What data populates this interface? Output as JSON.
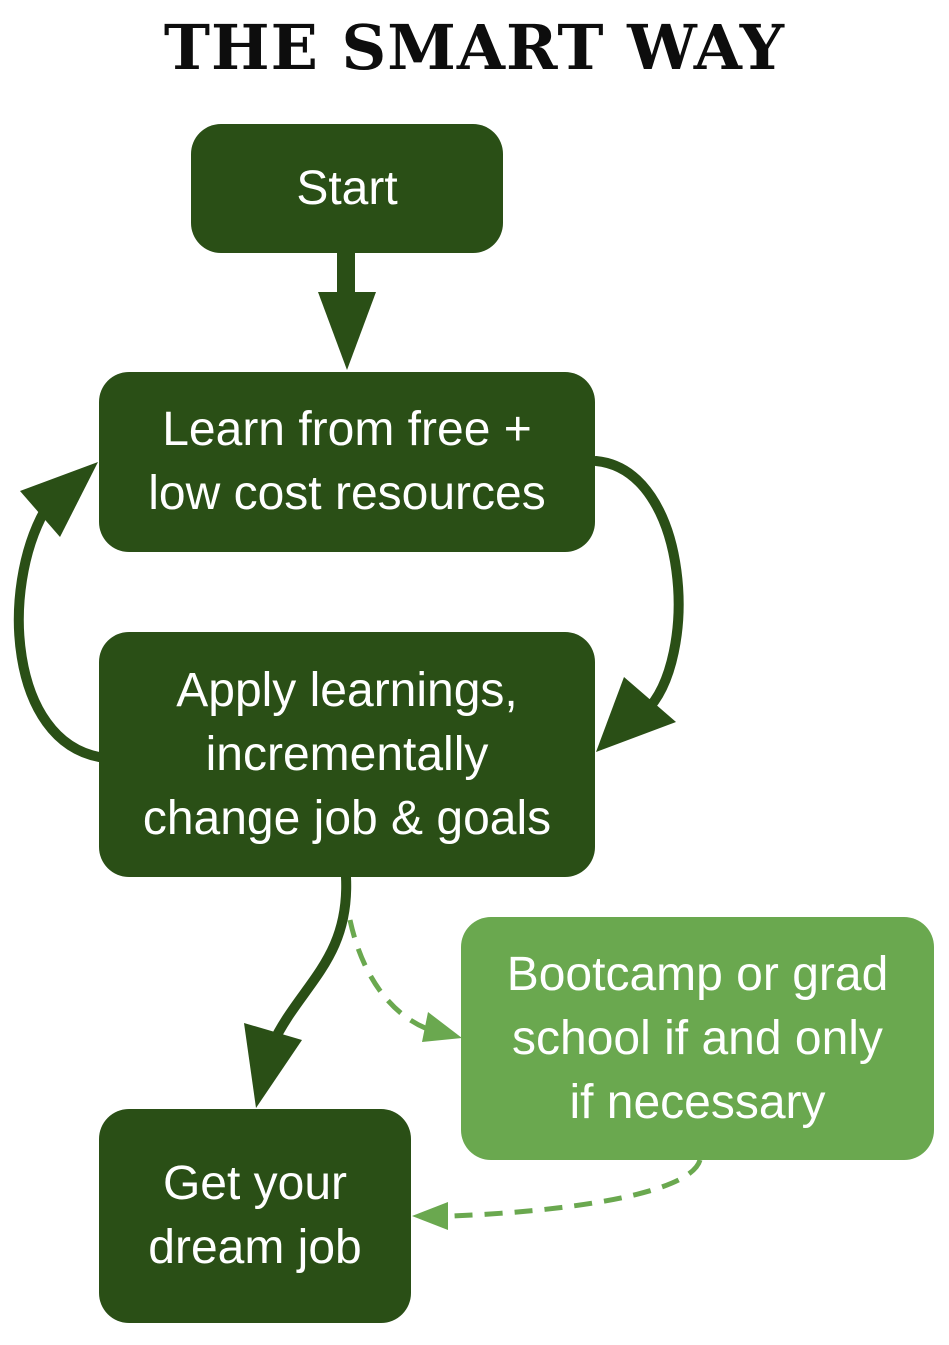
{
  "title": "THE SMART WAY",
  "colors": {
    "dark_green": "#2a4f16",
    "light_green": "#6aa84f",
    "title_color": "#0d0d0d"
  },
  "nodes": {
    "start": "Start",
    "learn": "Learn from free +\nlow cost resources",
    "apply": "Apply learnings,\nincrementally\nchange job & goals",
    "bootcamp": "Bootcamp or grad\nschool if and only\nif necessary",
    "dream_job": "Get your\ndream job"
  },
  "edges": [
    {
      "from": "start",
      "to": "learn",
      "style": "solid"
    },
    {
      "from": "learn",
      "to": "apply",
      "style": "solid"
    },
    {
      "from": "apply",
      "to": "learn",
      "style": "solid"
    },
    {
      "from": "apply",
      "to": "dream_job",
      "style": "solid"
    },
    {
      "from": "apply",
      "to": "bootcamp",
      "style": "dashed"
    },
    {
      "from": "bootcamp",
      "to": "dream_job",
      "style": "dashed"
    }
  ]
}
